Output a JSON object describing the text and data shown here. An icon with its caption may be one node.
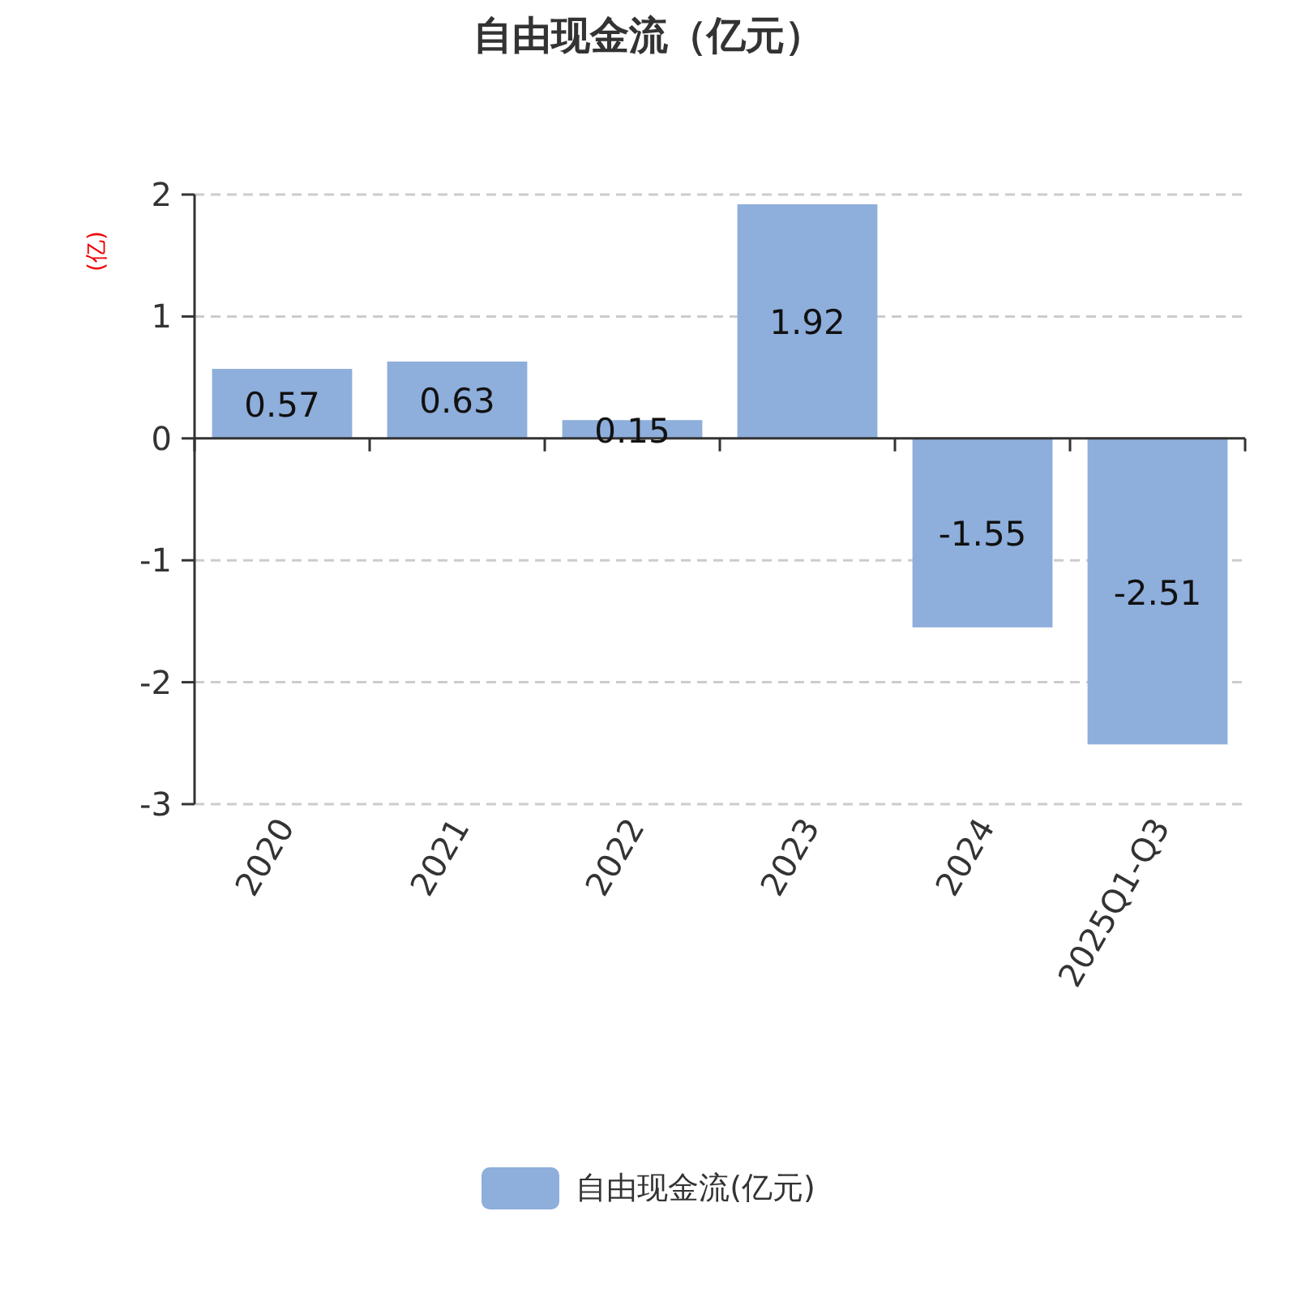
{
  "diagram": {
    "title": "自由现金流（亿元）",
    "chart_data": {
      "type": "bar",
      "ylabel": "(亿)",
      "categories": [
        "2020",
        "2021",
        "2022",
        "2023",
        "2024",
        "2025Q1-Q3"
      ],
      "series": [
        {
          "color": "#8eaedb",
          "values": [
            0.57,
            0.63,
            0.15,
            1.92,
            -1.55,
            -2.51
          ]
        }
      ],
      "ylim": [
        -3,
        2
      ],
      "grid": true,
      "yticks": [
        -3,
        -2,
        -1,
        0,
        1,
        2
      ],
      "data_labels": true
    },
    "legend": [
      {
        "text": "自由现金流(亿元)",
        "color": "#8eaedb"
      }
    ]
  }
}
